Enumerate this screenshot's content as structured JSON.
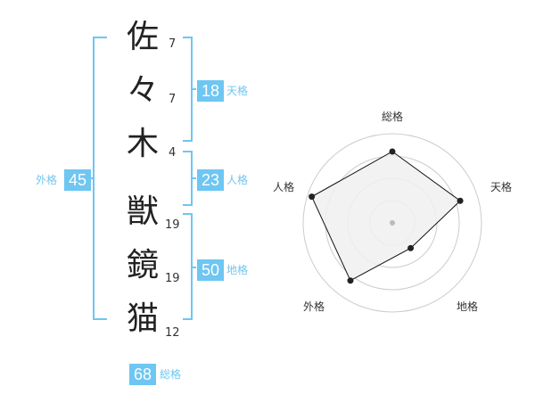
{
  "name": {
    "chars": [
      {
        "char": "佐",
        "strokes": "7"
      },
      {
        "char": "々",
        "strokes": "7"
      },
      {
        "char": "木",
        "strokes": "4"
      },
      {
        "char": "獣",
        "strokes": "19"
      },
      {
        "char": "鏡",
        "strokes": "19"
      },
      {
        "char": "猫",
        "strokes": "12"
      }
    ]
  },
  "fortune": {
    "tenkaku": {
      "label": "天格",
      "value": "18"
    },
    "jinkaku": {
      "label": "人格",
      "value": "23"
    },
    "chikaku": {
      "label": "地格",
      "value": "50"
    },
    "gaikaku": {
      "label": "外格",
      "value": "45"
    },
    "soukaku": {
      "label": "総格",
      "value": "68"
    }
  },
  "radar": {
    "axes": [
      "総格",
      "天格",
      "地格",
      "外格",
      "人格"
    ],
    "levels": 4,
    "values": [
      0.8,
      0.8,
      0.35,
      0.8,
      0.95
    ]
  },
  "colors": {
    "accent": "#6ec6f2",
    "text": "#222222",
    "radar_fill": "#f0f0f0",
    "radar_line": "#111111",
    "radar_grid": "#cccccc"
  }
}
